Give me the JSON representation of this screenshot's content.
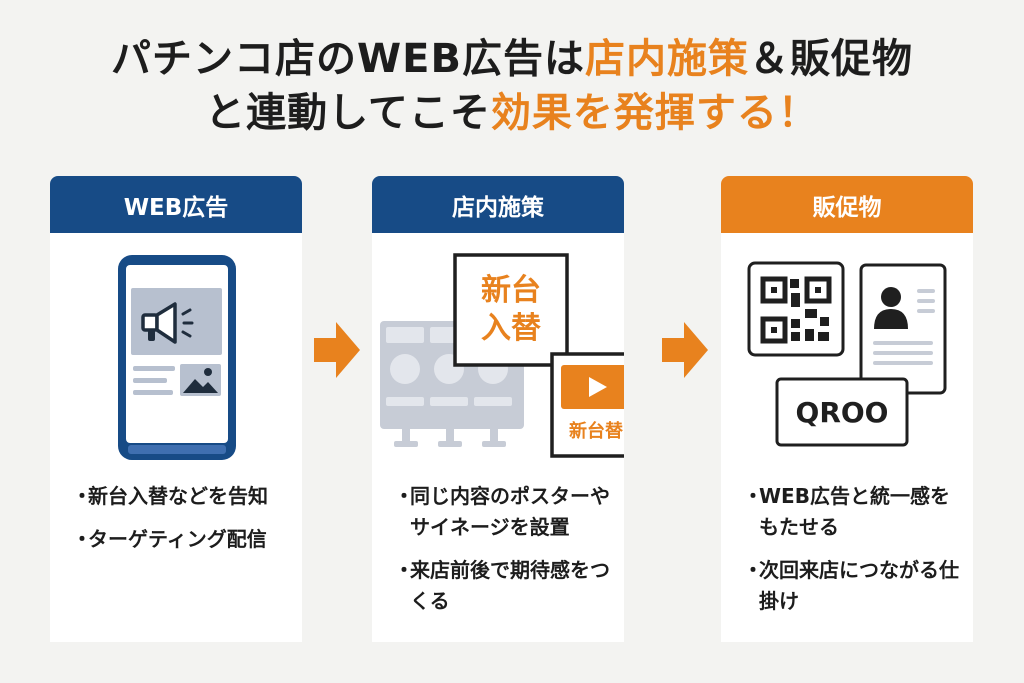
{
  "title": {
    "line1_parts": [
      "パチンコ店のWEB広告は",
      "店内施策",
      "＆販促物"
    ],
    "line2_parts": [
      "と連動してこそ",
      "効果を発揮する",
      "！"
    ]
  },
  "colors": {
    "navy": "#174b86",
    "orange": "#e8821e",
    "background": "#f3f3f1"
  },
  "columns": [
    {
      "header": "WEB広告",
      "icons": [
        "smartphone-icon",
        "megaphone-icon",
        "image-icon"
      ],
      "bullet_marker": "・",
      "bullets": [
        "新台入替などを告知",
        "ターゲティング配信"
      ]
    },
    {
      "header": "店内施策",
      "poster_text_1": "新台",
      "poster_text_2": "入替",
      "signage_text": "新台替",
      "icons": [
        "slot-machines-icon",
        "poster-icon",
        "play-icon"
      ],
      "bullet_marker": "・",
      "bullets": [
        "同じ内容のポスターやサイネージを設置",
        "来店前後で期待感をつくる"
      ]
    },
    {
      "header": "販促物",
      "coupon_text": "QROO",
      "icons": [
        "qr-code-icon",
        "member-card-icon",
        "coupon-icon"
      ],
      "bullet_marker": "・",
      "bullets": [
        "WEB広告と統一感をもたせる",
        "次回来店につながる仕掛け"
      ]
    }
  ],
  "arrows": [
    "arrow-right-icon",
    "arrow-right-icon"
  ]
}
